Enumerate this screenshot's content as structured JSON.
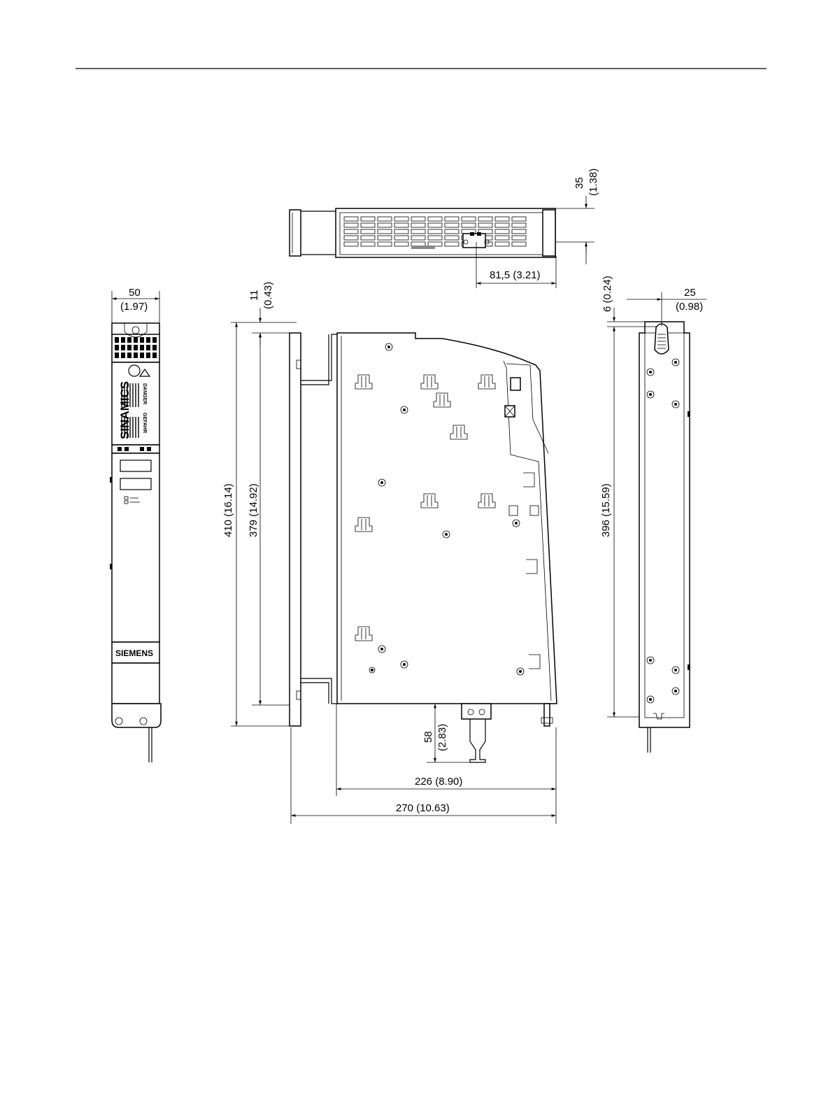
{
  "brand": {
    "product": "SINAMICS",
    "manufacturer": "SIEMENS",
    "warning_title_en": "DANGER",
    "warning_title_de": "GEFAHR"
  },
  "dimensions": {
    "top_depth": {
      "value": "35",
      "inch": "(1.38)"
    },
    "top_offset": "81,5 (3.21)",
    "front_width": {
      "value": "50",
      "inch": "(1.97)"
    },
    "side_top_offset": {
      "value": "11",
      "inch": "(0.43)"
    },
    "side_total_height": "410 (16.14)",
    "side_inner_height": "379 (14.92)",
    "side_depth_inner": "226 (8.90)",
    "side_depth_total": "270 (10.63)",
    "bottom_connector": {
      "value": "58",
      "inch": "(2.83)"
    },
    "back_top_offset": "6 (0.24)",
    "back_width": {
      "value": "25",
      "inch": "(0.98)"
    },
    "back_height": "396 (15.59)"
  }
}
